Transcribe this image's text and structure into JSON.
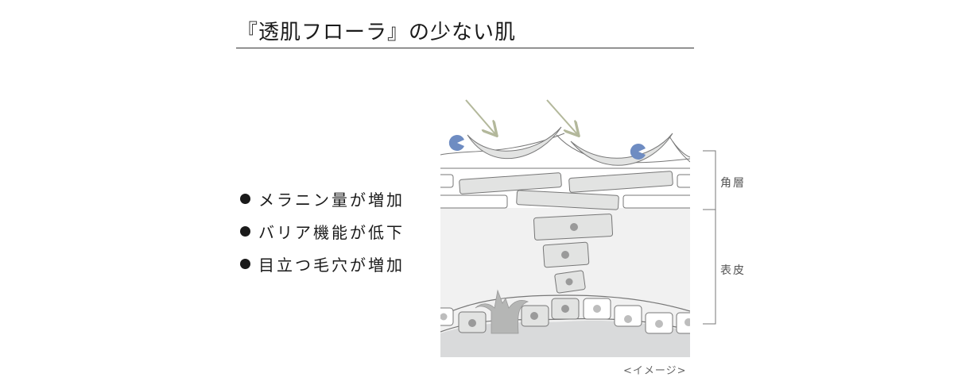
{
  "title": "『透肌フローラ』の少ない肌",
  "bullets": [
    {
      "text": "メラニン量が増加"
    },
    {
      "text": "バリア機能が低下"
    },
    {
      "text": "目立つ毛穴が増加"
    }
  ],
  "layer_labels": {
    "stratum_corneum": "角層",
    "epidermis": "表皮"
  },
  "caption": "<イメージ>",
  "colors": {
    "arrow": "#b3b89b",
    "bacteria": "#6e8cc2",
    "cell_fill": "#e2e3e2",
    "cell_stroke": "#7a7a7a",
    "nucleus": "#9a9a9a",
    "epidermis_bg": "#f1f1f1",
    "dermis_bg": "#d9dadb",
    "hair": "#b5b6b5"
  }
}
